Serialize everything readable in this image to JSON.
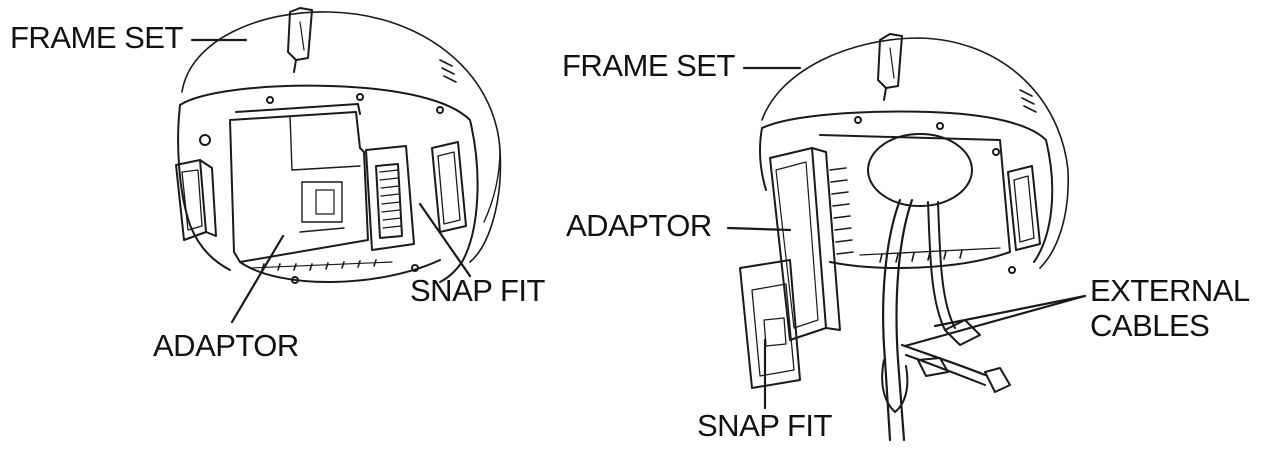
{
  "labels": {
    "frame_set_left": "FRAME SET",
    "adaptor_left": "ADAPTOR",
    "snap_fit_left": "SNAP FIT",
    "frame_set_right": "FRAME SET",
    "adaptor_right": "ADAPTOR",
    "external_cables_line1": "EXTERNAL",
    "external_cables_line2": "CABLES",
    "snap_fit_right": "SNAP FIT"
  },
  "colors": {
    "line": "#1a1a1a",
    "background": "#ffffff"
  }
}
